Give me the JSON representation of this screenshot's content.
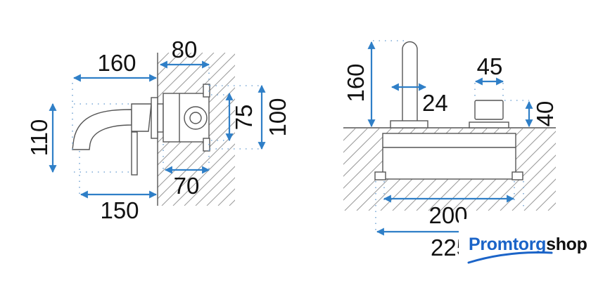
{
  "left_view": {
    "dims": {
      "d160": "160",
      "d80": "80",
      "d110": "110",
      "d150": "150",
      "d70": "70",
      "d75": "75",
      "d100": "100"
    }
  },
  "right_view": {
    "dims": {
      "d160": "160",
      "d24": "24",
      "d45": "45",
      "d40": "40",
      "d200": "200",
      "d225": "225"
    }
  },
  "logo": {
    "part1": "Promtorg",
    "part2": "shop",
    "colors": {
      "blue": "#1b64c8",
      "dark": "#111111"
    }
  },
  "colors": {
    "dimension": "#2f7fc7",
    "outline": "#555555"
  }
}
